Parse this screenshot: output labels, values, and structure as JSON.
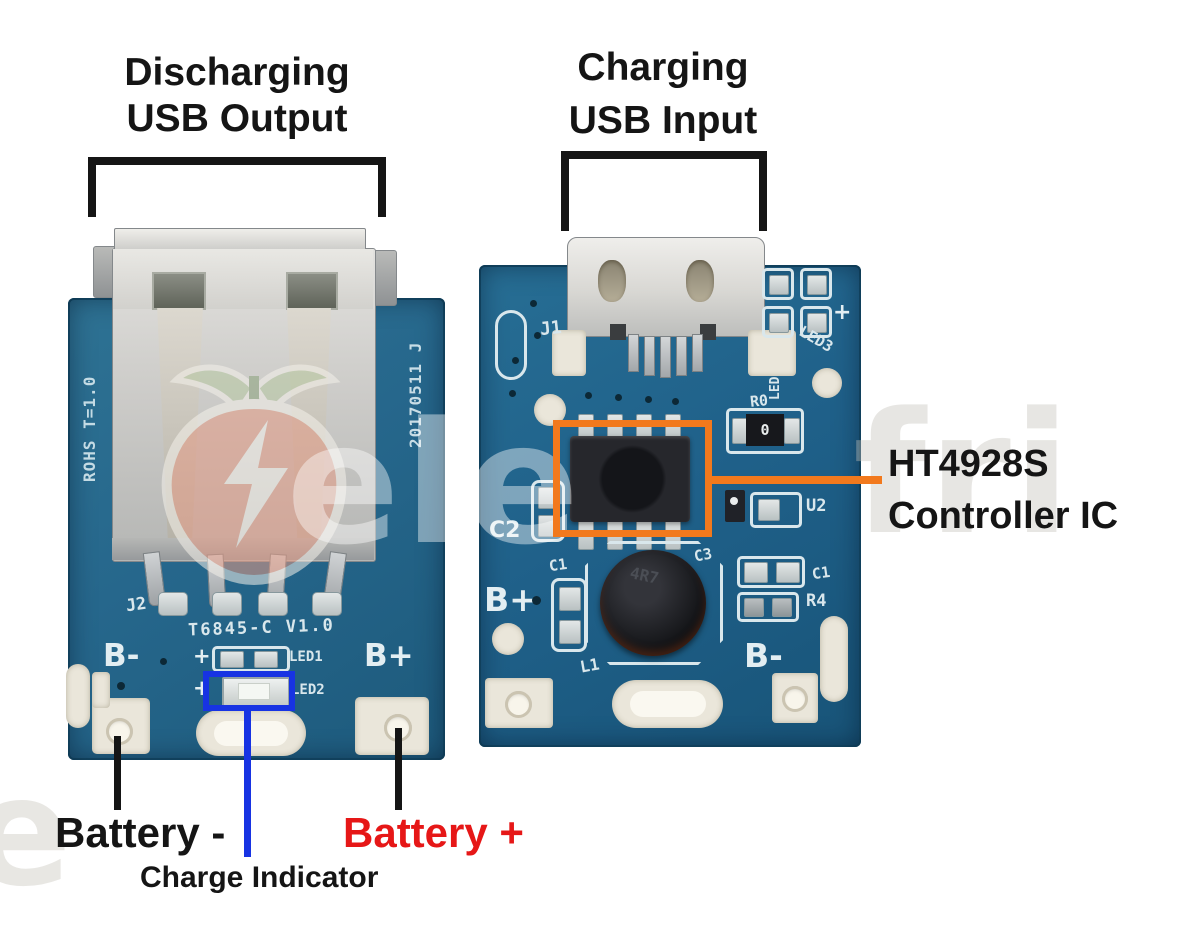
{
  "annotations": {
    "discharging": {
      "line1": "Discharging",
      "line2": "USB Output"
    },
    "charging": {
      "line1": "Charging",
      "line2": "USB Input"
    },
    "controller": {
      "line1": "HT4928S",
      "line2": "Controller IC"
    },
    "battery_minus": "Battery -",
    "battery_plus": "Battery +",
    "charge_indicator": "Charge Indicator"
  },
  "left_board": {
    "rohs_marking": "ROHS T=1.0",
    "date_marking": "20170511 J",
    "j2": "J2",
    "model_marking": "T6845-C V1.0",
    "b_minus": "B-",
    "b_plus": "B+",
    "led1_plus": "+",
    "led1": "LED1",
    "led2_plus": "+",
    "led2": "LED2"
  },
  "right_board": {
    "j1": "J1",
    "plus": "+",
    "led3": "LED3",
    "led_vertical": "LED",
    "r0": "R0",
    "r0_value": "0",
    "c2": "C2",
    "c1_left": "C1",
    "b_plus": "B+",
    "l1": "L1",
    "inductor_marking": "4R7",
    "c3": "C3",
    "u2": "U2",
    "c1_right": "C1",
    "r4": "R4",
    "b_minus": "B-"
  },
  "watermark": {
    "letters_left": "ele",
    "letters_right": "fri",
    "letters_corner": "e"
  },
  "colors": {
    "highlight_orange": "#f2791d",
    "highlight_blue": "#1733e3",
    "battery_plus_red": "#e61717",
    "pcb_left": "#2a6b8d",
    "pcb_right": "#1f6089",
    "annotation_black": "#151515",
    "silkscreen_white": "#d9e7ec"
  }
}
